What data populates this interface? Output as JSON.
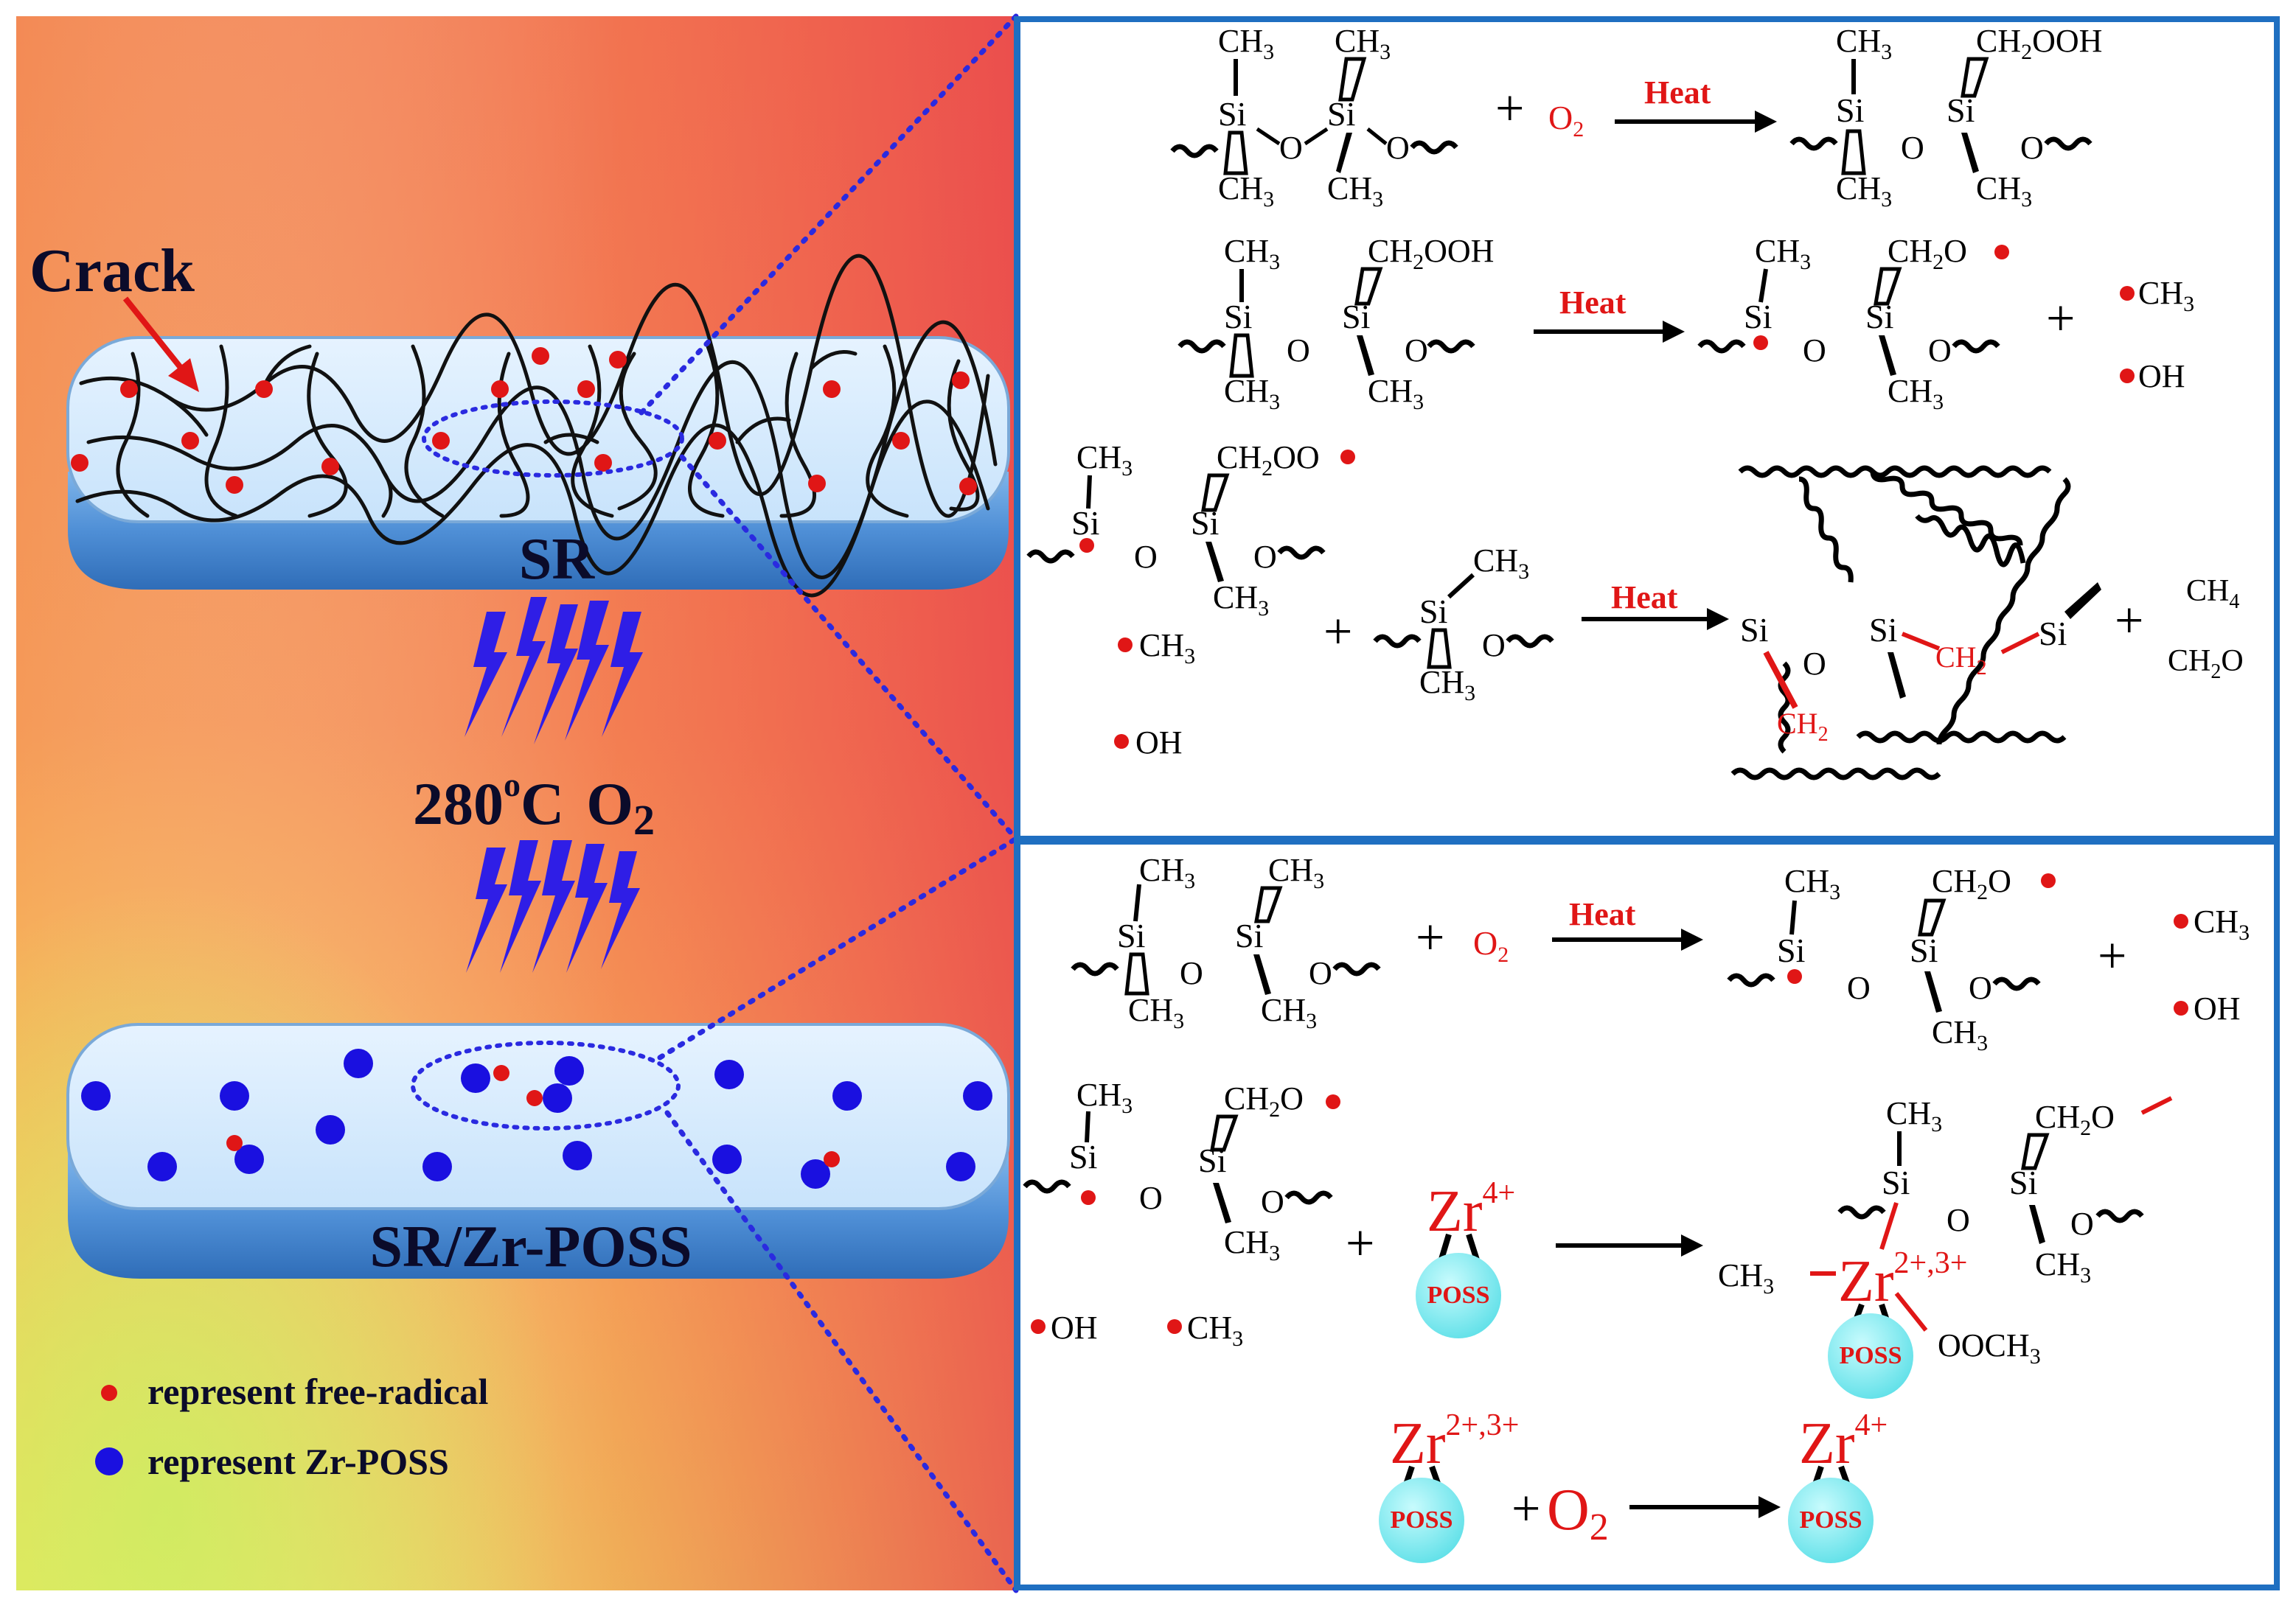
{
  "left_panel": {
    "crack_label": "Crack",
    "top_slab_label": "SR",
    "condition_temp": "280",
    "condition_deg": "o",
    "condition_c": "C",
    "condition_gas": "O",
    "condition_gas_sub": "2",
    "bottom_slab_label": "SR/Zr-POSS",
    "legend": [
      {
        "symbol": "red-dot",
        "text": "represent free-radical",
        "color": "#e01616"
      },
      {
        "symbol": "blue-dot",
        "text": "represent Zr-POSS",
        "color": "#1a10e0"
      }
    ]
  },
  "reaction_text": {
    "si": "Si",
    "o": "O",
    "ch3": "CH",
    "sub3": "3",
    "sub2": "2",
    "sub4": "4",
    "ch2ooh": "CH",
    "ooh": "OOH",
    "ch2o": "CH",
    "o_tail": "O",
    "oo_tail": "OO",
    "oh": "OH",
    "o2": "O",
    "plus": "+",
    "heat": "Heat",
    "ch2": "CH",
    "ch4": "CH",
    "ch2o_prod": "CH",
    "zr": "Zr",
    "zr_charge_4": "4+",
    "zr_charge_23": "2+,3+",
    "poss": "POSS",
    "ooch3": "OOCH",
    "ch3_minus": "CH"
  },
  "colors": {
    "radical": "#e01616",
    "zr_poss": "#1a10e0",
    "box_border": "#1f6fc1",
    "poss_sphere": "#6ee8ee",
    "zr_text": "#e01616"
  }
}
